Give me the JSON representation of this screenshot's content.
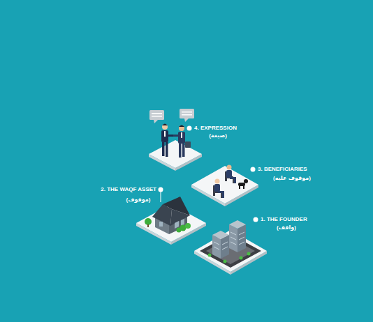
{
  "diagram": {
    "labels": [
      "4. EXPRESSION",
      "(صيغة)",
      "3. BENEFICIARIES",
      "(موقوف عليه)",
      "2. THE WAQF ASSET",
      "(موقوف)",
      "1. THE FOUNDER",
      "(واقف)"
    ]
  }
}
